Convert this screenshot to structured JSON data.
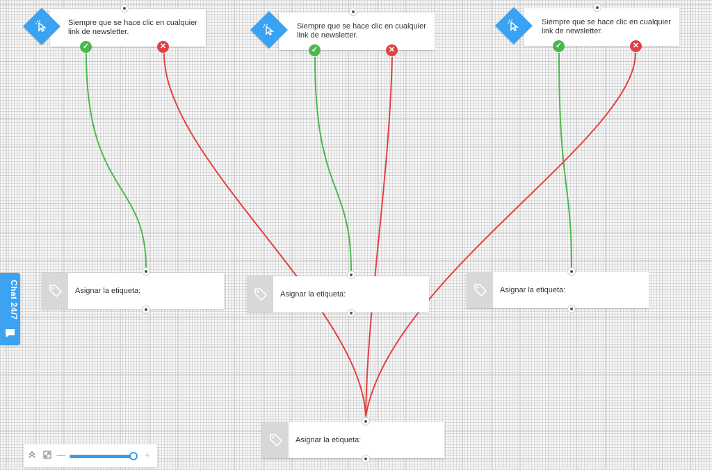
{
  "colors": {
    "accent": "#3aa2f2",
    "success": "#4cb84c",
    "failure": "#e34141",
    "tag_box": "#d8d8d8",
    "chat_tab": "#3da2f0"
  },
  "triggers": [
    {
      "text": "Siempre que se hace clic en cualquier link de newsletter.",
      "icon": "cursor-click-icon",
      "yes_icon": "check-icon",
      "no_icon": "close-icon",
      "yes_symbol": "✓",
      "no_symbol": "✕"
    },
    {
      "text": "Siempre que se hace clic en cualquier link de newsletter.",
      "icon": "cursor-click-icon",
      "yes_icon": "check-icon",
      "no_icon": "close-icon",
      "yes_symbol": "✓",
      "no_symbol": "✕"
    },
    {
      "text": "Siempre que se hace clic en cualquier link de newsletter.",
      "icon": "cursor-click-icon",
      "yes_icon": "check-icon",
      "no_icon": "close-icon",
      "yes_symbol": "✓",
      "no_symbol": "✕"
    }
  ],
  "actions": [
    {
      "label": "Asignar la etiqueta:",
      "icon": "tag-icon"
    },
    {
      "label": "Asignar la etiqueta:",
      "icon": "tag-icon"
    },
    {
      "label": "Asignar la etiqueta:",
      "icon": "tag-icon"
    },
    {
      "label": "Asignar la etiqueta:",
      "icon": "tag-icon"
    }
  ],
  "chat": {
    "label": "Chat 24/7",
    "icon": "chat-bubble-icon"
  },
  "zoom_controls": {
    "collapse_icon": "double-chevron-up-icon",
    "fit_icon": "expand-icon",
    "zoom_out_symbol": "—",
    "zoom_in_symbol": "+",
    "zoom_level_fraction": 1.0
  }
}
